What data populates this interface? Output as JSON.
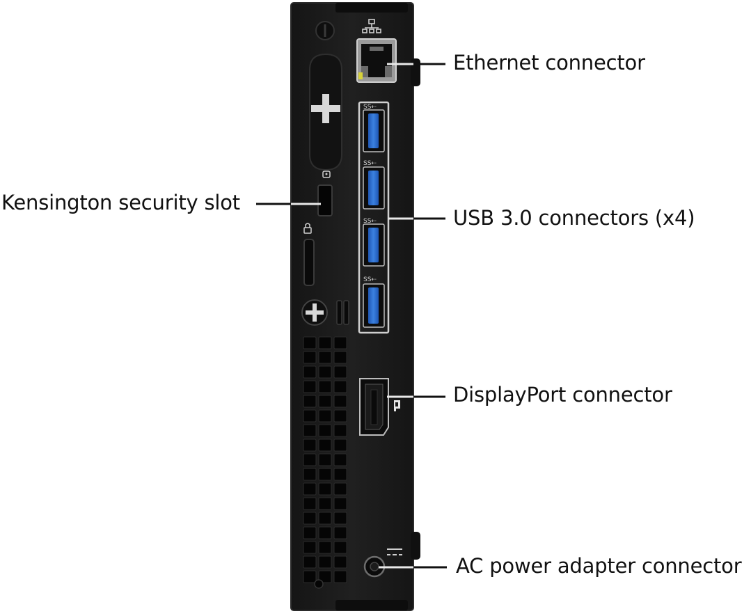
{
  "callouts": {
    "ethernet": "Ethernet connector",
    "kensington": "Kensington security slot",
    "usb": "USB 3.0 connectors (x4)",
    "displayport": "DisplayPort connector",
    "ac_power": "AC power adapter connector"
  },
  "colors": {
    "chassis": "#1b1b1b",
    "chassis_edge": "#2c2c2c",
    "usb_tongue": "#2f6fd1",
    "leader_line": "#111111",
    "port_outline": "#cfcfcf"
  },
  "icons": [
    "network-icon",
    "superspeed-usb-icon",
    "lock-icon",
    "displayport-icon",
    "dc-power-icon"
  ]
}
